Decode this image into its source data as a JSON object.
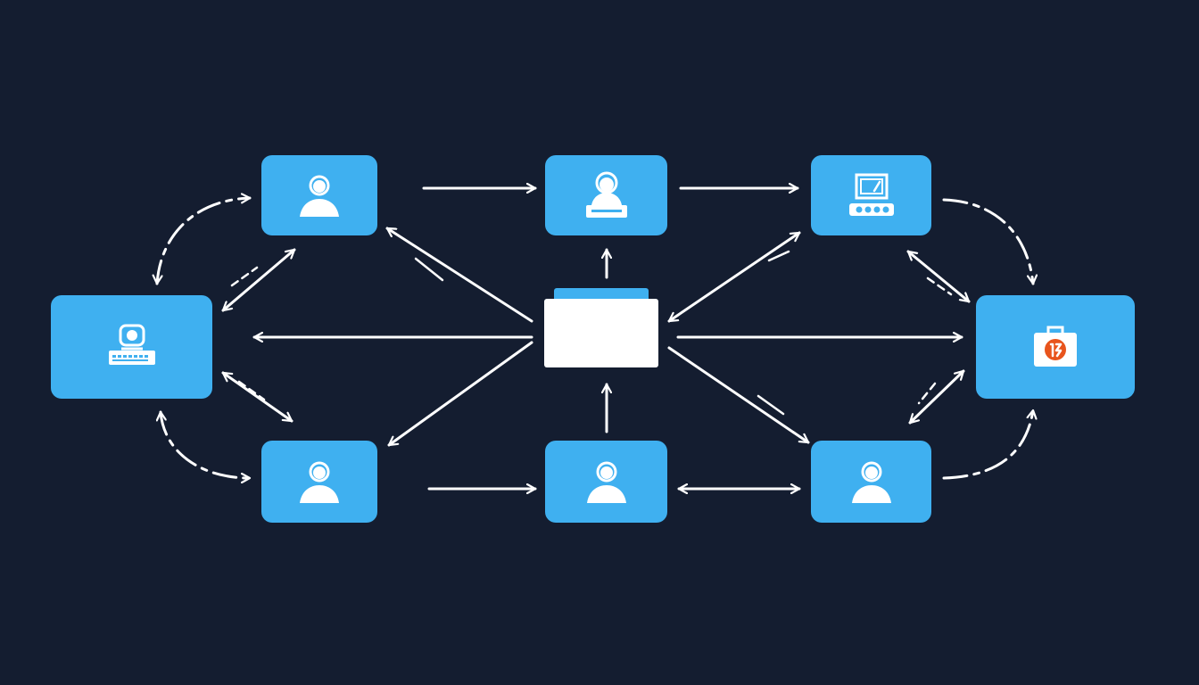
{
  "colors": {
    "background": "#141d30",
    "node_fill": "#3fb0f0",
    "hub_fill": "#ffffff",
    "hub_tab": "#3fb0f0",
    "arrow": "#ffffff",
    "icon": "#ffffff",
    "icon_accent": "#e8541c"
  },
  "nodes": [
    {
      "id": "left-terminal",
      "icon": "person-at-keyboard-icon"
    },
    {
      "id": "top-left-user",
      "icon": "user-icon"
    },
    {
      "id": "bottom-left-user",
      "icon": "user-icon"
    },
    {
      "id": "top-center-user",
      "icon": "user-at-desk-icon"
    },
    {
      "id": "center-hub",
      "icon": "folder-icon"
    },
    {
      "id": "bottom-center-user",
      "icon": "user-icon"
    },
    {
      "id": "top-right-device",
      "icon": "monitor-console-icon"
    },
    {
      "id": "right-toolbox",
      "icon": "toolbox-icon"
    },
    {
      "id": "bottom-right-user",
      "icon": "user-icon"
    }
  ],
  "edges": [
    {
      "from": "top-left-user",
      "to": "top-center-user",
      "direction": "forward"
    },
    {
      "from": "top-center-user",
      "to": "top-right-device",
      "direction": "forward"
    },
    {
      "from": "bottom-left-user",
      "to": "bottom-center-user",
      "direction": "forward"
    },
    {
      "from": "bottom-center-user",
      "to": "bottom-right-user",
      "direction": "both"
    },
    {
      "from": "center-hub",
      "to": "top-center-user",
      "direction": "forward"
    },
    {
      "from": "bottom-center-user",
      "to": "center-hub",
      "direction": "forward"
    },
    {
      "from": "center-hub",
      "to": "left-terminal",
      "direction": "forward"
    },
    {
      "from": "center-hub",
      "to": "right-toolbox",
      "direction": "forward"
    },
    {
      "from": "center-hub",
      "to": "top-left-user",
      "direction": "forward"
    },
    {
      "from": "center-hub",
      "to": "bottom-left-user",
      "direction": "forward"
    },
    {
      "from": "center-hub",
      "to": "top-right-device",
      "direction": "both"
    },
    {
      "from": "center-hub",
      "to": "bottom-right-user",
      "direction": "forward"
    },
    {
      "from": "left-terminal",
      "to": "top-left-user",
      "direction": "both"
    },
    {
      "from": "left-terminal",
      "to": "bottom-left-user",
      "direction": "both"
    },
    {
      "from": "top-right-device",
      "to": "right-toolbox",
      "direction": "both"
    },
    {
      "from": "right-toolbox",
      "to": "bottom-right-user",
      "direction": "both"
    },
    {
      "from": "left-terminal",
      "to": "top-left-user",
      "direction": "forward",
      "style": "curved-dashed"
    },
    {
      "from": "left-terminal",
      "to": "bottom-left-user",
      "direction": "forward",
      "style": "curved-dashed"
    },
    {
      "from": "top-right-device",
      "to": "right-toolbox",
      "direction": "forward",
      "style": "curved-dashed"
    },
    {
      "from": "bottom-right-user",
      "to": "right-toolbox",
      "direction": "forward",
      "style": "curved-dashed"
    }
  ]
}
